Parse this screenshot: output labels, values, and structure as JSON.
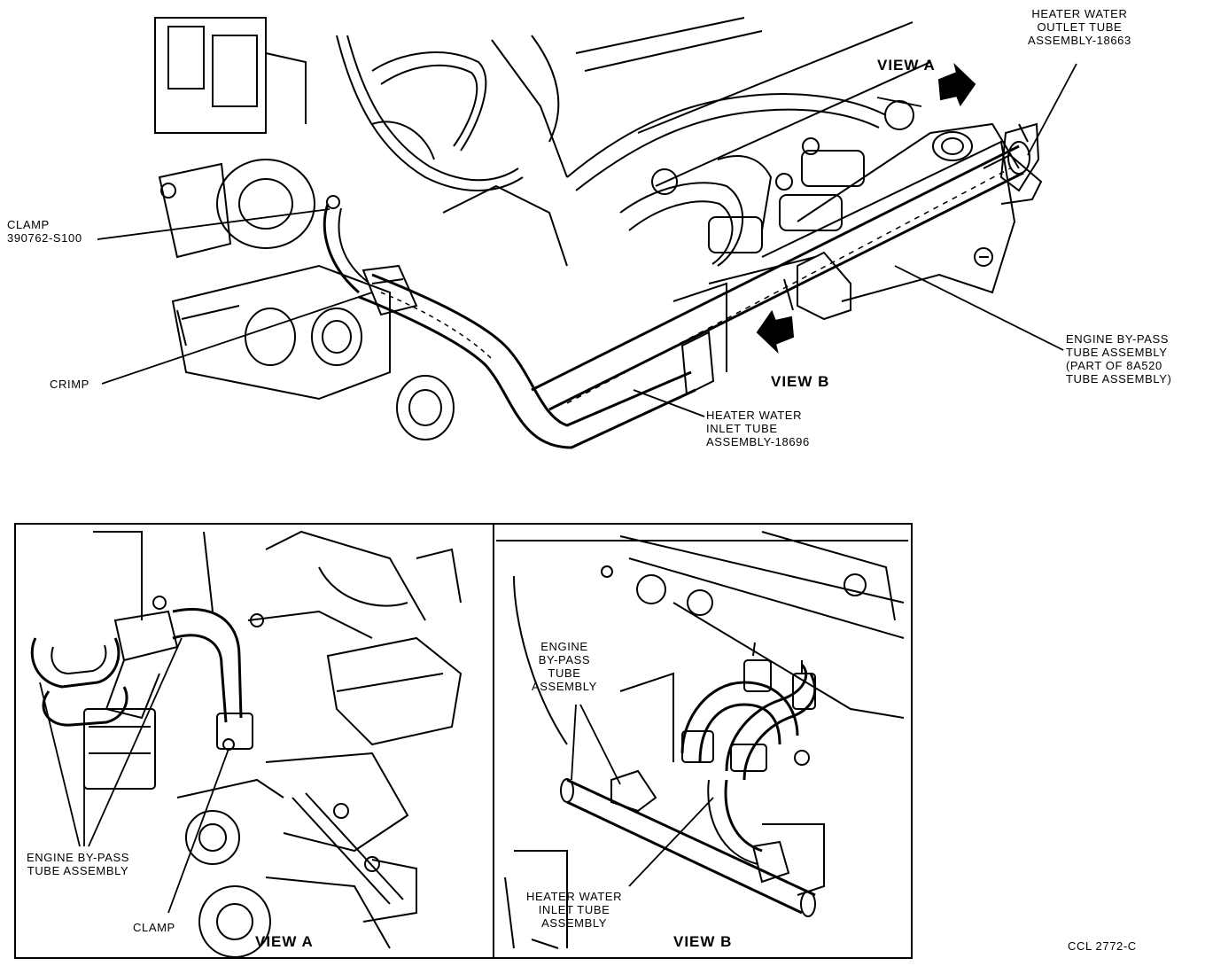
{
  "figure_id": "CCL 2772-C",
  "main_view": {
    "labels": {
      "heater_outlet": "HEATER WATER\nOUTLET TUBE\nASSEMBLY-18663",
      "view_a": "VIEW A",
      "clamp": "CLAMP\n390762-S100",
      "crimp": "CRIMP",
      "view_b": "VIEW B",
      "engine_bypass": "ENGINE BY-PASS\nTUBE ASSEMBLY\n(PART OF 8A520\nTUBE ASSEMBLY)",
      "heater_inlet": "HEATER WATER\nINLET TUBE\nASSEMBLY-18696"
    }
  },
  "detail_view_a": {
    "title": "VIEW A",
    "labels": {
      "engine_bypass": "ENGINE BY-PASS\nTUBE ASSEMBLY",
      "clamp": "CLAMP"
    }
  },
  "detail_view_b": {
    "title": "VIEW B",
    "labels": {
      "engine_bypass": "ENGINE\nBY-PASS\nTUBE\nASSEMBLY",
      "heater_inlet": "HEATER WATER\nINLET TUBE\nASSEMBLY"
    }
  }
}
